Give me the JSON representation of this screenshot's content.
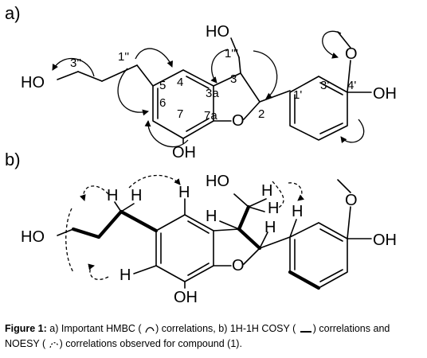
{
  "panel_a": {
    "label": "a)",
    "atoms": {
      "ho_top": "HO",
      "ho_left": "HO",
      "oh_right": "OH",
      "oh_bottom": "OH",
      "o_ring": "O",
      "o_methoxy": "O"
    },
    "numbers": {
      "n3pp": "3''",
      "n1pp": "1''",
      "n1ppp": "1'''",
      "n5": "5",
      "n4": "4",
      "n3a": "3a",
      "n3": "3",
      "n6": "6",
      "n7": "7",
      "n7a": "7a",
      "n2": "2",
      "n1p": "1'",
      "n3p": "3'",
      "n4p": "4'"
    }
  },
  "panel_b": {
    "label": "b)",
    "atoms": {
      "ho_top": "HO",
      "ho_left": "HO",
      "oh_right": "OH",
      "oh_bottom": "OH",
      "o_ring": "O",
      "o_methoxy": "O",
      "h_1pp_a": "H",
      "h_1pp_b": "H",
      "h_4": "H",
      "h_6": "H",
      "h_3": "H",
      "h_1ppp_a": "H",
      "h_1ppp_b": "H",
      "h_2p": "H",
      "h_2": "H"
    }
  },
  "caption": {
    "label": "Figure 1:",
    "part1": " a) Important HMBC (",
    "part2": ") correlations, b) 1H-1H COSY (",
    "part3": ") correlations and NOESY (",
    "part4": ") correlations observed for compound (1)."
  }
}
